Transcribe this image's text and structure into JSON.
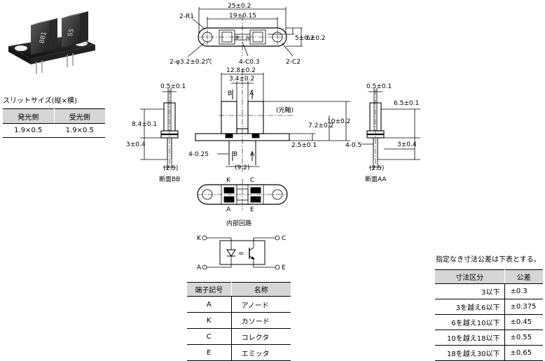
{
  "slit": {
    "title": "スリットサイズ(縦×横)",
    "headers": [
      "発光側",
      "受光側"
    ],
    "values": [
      "1.9×0.5",
      "1.9×0.5"
    ]
  },
  "photo": {
    "marking_1": "881",
    "marking_2": "SS"
  },
  "top_view": {
    "dim_25": "25±0.2",
    "dim_19": "19±0.15",
    "r1": "2-R1",
    "hole": "2-φ3.2±0.2穴",
    "c03": "4-C0.3",
    "c2": "2-C2",
    "dim_5": "5±0.2",
    "dim_6": "6±0.2",
    "b": "B",
    "a": "A"
  },
  "front_view": {
    "dim_128": "12.8±0.2",
    "dim_34": "3.4±0.2",
    "b": "B",
    "a": "A",
    "optical_axis": "(光軸)",
    "dim_10": "10±0.2",
    "dim_72": "7.2±0.2",
    "dim_25": "2.5±0.1",
    "pins": "4-0.25",
    "pitch": "(9.2)"
  },
  "section_bb": {
    "slit": "0.5±0.1",
    "height": "8.4±0.1",
    "lead": "3±0.4",
    "pitch": "(2.5)",
    "caption": "断面BB"
  },
  "section_aa": {
    "slit": "0.5±0.1",
    "height": "6.5±0.1",
    "pins": "4-0.5",
    "lead": "3±0.4",
    "pitch": "(2.5)",
    "caption": "断面AA"
  },
  "bottom_view": {
    "k": "K",
    "c": "C",
    "a": "A",
    "e": "E"
  },
  "circuit": {
    "title": "内部回路",
    "k": "K",
    "c": "C",
    "a": "A",
    "e": "E",
    "coupling": "="
  },
  "terminal_table": {
    "headers": [
      "端子記号",
      "名称"
    ],
    "rows": [
      [
        "A",
        "アノード"
      ],
      [
        "K",
        "カソード"
      ],
      [
        "C",
        "コレクタ"
      ],
      [
        "E",
        "エミッタ"
      ]
    ]
  },
  "tolerance": {
    "note": "指定なき寸法公差は下表とする。",
    "headers": [
      "寸法区分",
      "公差"
    ],
    "rows": [
      [
        "3以下",
        "±0.3"
      ],
      [
        "3を越え6以下",
        "±0.375"
      ],
      [
        "6を越え10以下",
        "±0.45"
      ],
      [
        "10を越え18以下",
        "±0.55"
      ],
      [
        "18を越え30以下",
        "±0.65"
      ]
    ]
  }
}
